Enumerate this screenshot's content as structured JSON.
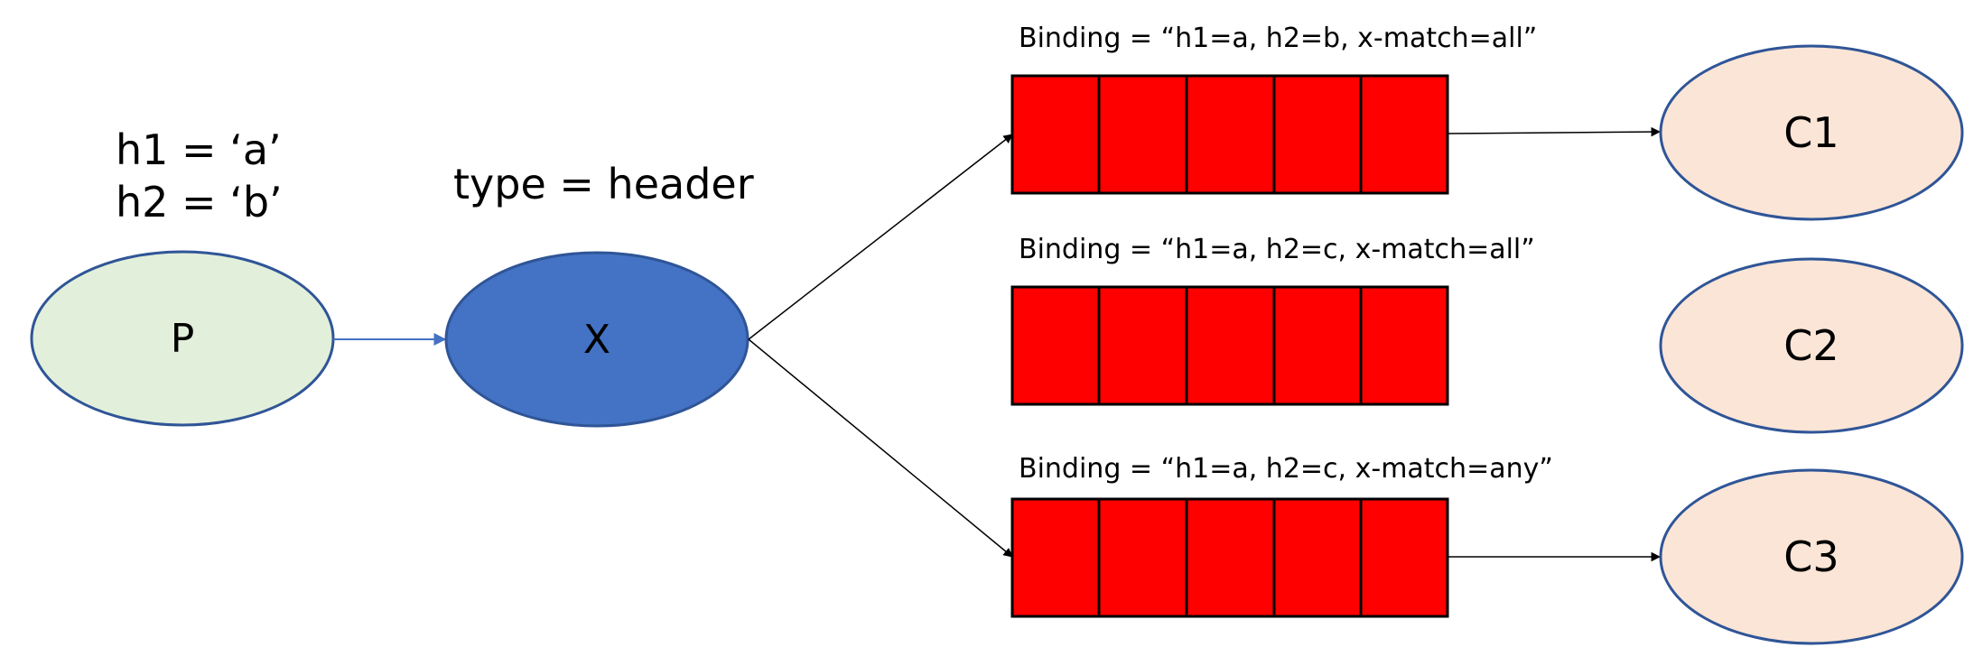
{
  "producer": {
    "label": "P",
    "headers": [
      "h1 = ‘a’",
      "h2 = ‘b’"
    ]
  },
  "exchange": {
    "label": "X",
    "type_label": "type = header"
  },
  "queues": [
    {
      "binding": "Binding = “h1=a, h2=b, x-match=all”",
      "cells": 5,
      "consumer": "C1",
      "connected": true
    },
    {
      "binding": "Binding = “h1=a, h2=c, x-match=all”",
      "cells": 5,
      "consumer": "C2",
      "connected": false
    },
    {
      "binding": "Binding = “h1=a, h2=c, x-match=any”",
      "cells": 5,
      "consumer": "C3",
      "connected": true
    }
  ],
  "colors": {
    "producer_fill": "#e2efda",
    "exchange_fill": "#4472c4",
    "node_stroke": "#2f5597",
    "queue_fill": "#ff0000",
    "queue_stroke": "#000000",
    "consumer_fill": "#fbe5d6",
    "edge": "#000000",
    "producer_edge": "#4472c4"
  }
}
